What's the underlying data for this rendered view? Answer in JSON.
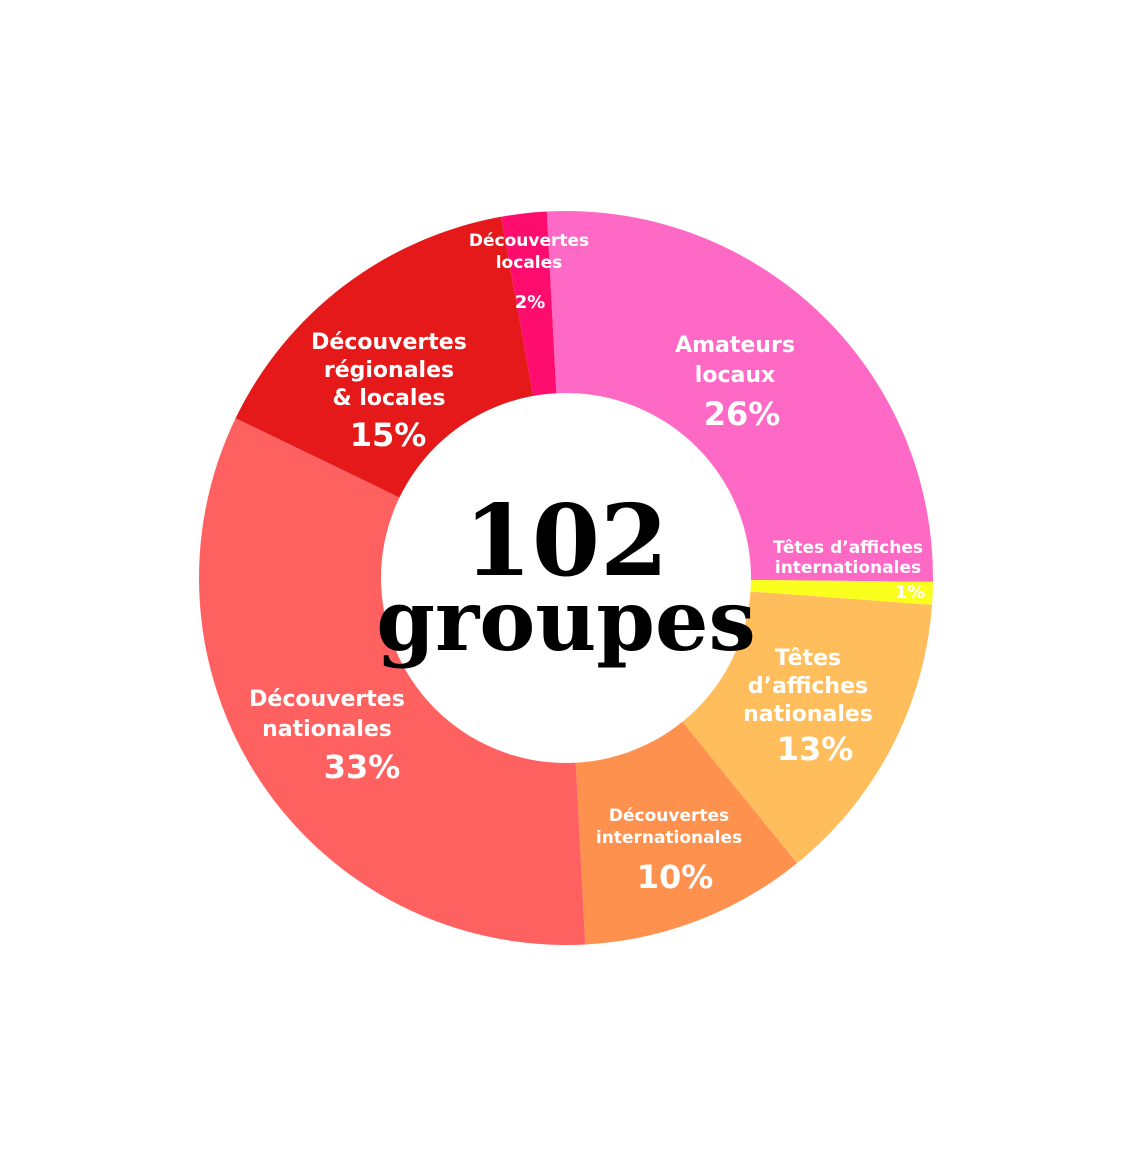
{
  "chart_data": {
    "type": "pie",
    "donut": true,
    "center": {
      "number": "102",
      "unit": "groupes"
    },
    "slices": [
      {
        "label_lines": [
          "Amateurs",
          "locaux"
        ],
        "percent_label": "26%",
        "value": 26,
        "color": "#ff69c6"
      },
      {
        "label_lines": [
          "Têtes d’affiches",
          "internationales"
        ],
        "percent_label": "1%",
        "value": 1,
        "color": "#fbff1e"
      },
      {
        "label_lines": [
          "Têtes",
          "d’affiches",
          "nationales"
        ],
        "percent_label": "13%",
        "value": 13,
        "color": "#ffbd5c"
      },
      {
        "label_lines": [
          "Découvertes",
          "internationales"
        ],
        "percent_label": "10%",
        "value": 10,
        "color": "#ff914f"
      },
      {
        "label_lines": [
          "Découvertes",
          "nationales"
        ],
        "percent_label": "33%",
        "value": 33,
        "color": "#ff6060"
      },
      {
        "label_lines": [
          "Découvertes",
          "régionales",
          "& locales"
        ],
        "percent_label": "15%",
        "value": 15,
        "color": "#e51919"
      },
      {
        "label_lines": [
          "Découvertes",
          "locales"
        ],
        "percent_label": "2%",
        "value": 2,
        "color": "#ff0d6e"
      }
    ]
  }
}
